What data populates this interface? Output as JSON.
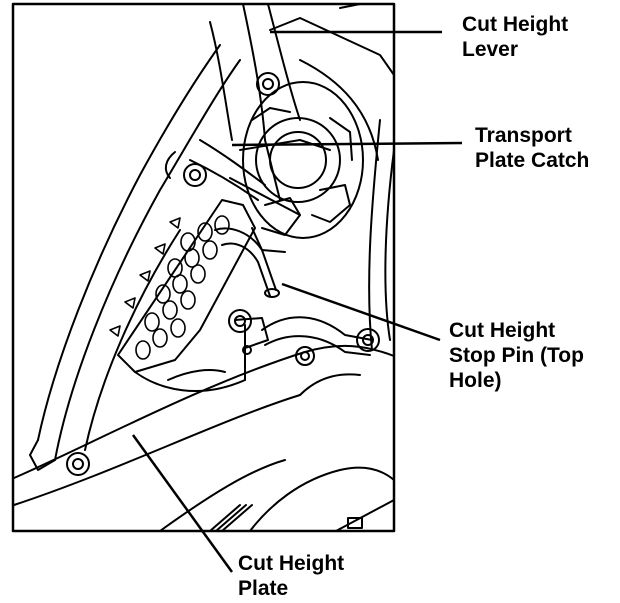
{
  "callouts": {
    "cut_height_lever": [
      "Cut Height",
      "Lever"
    ],
    "transport_plate_catch": [
      "Transport",
      "Plate Catch"
    ],
    "cut_height_stop_pin": [
      "Cut Height",
      "Stop Pin (Top",
      "Hole)"
    ],
    "cut_height_plate": [
      "Cut Height",
      "Plate"
    ]
  },
  "colors": {
    "ink": "#000000",
    "paper": "#ffffff"
  }
}
